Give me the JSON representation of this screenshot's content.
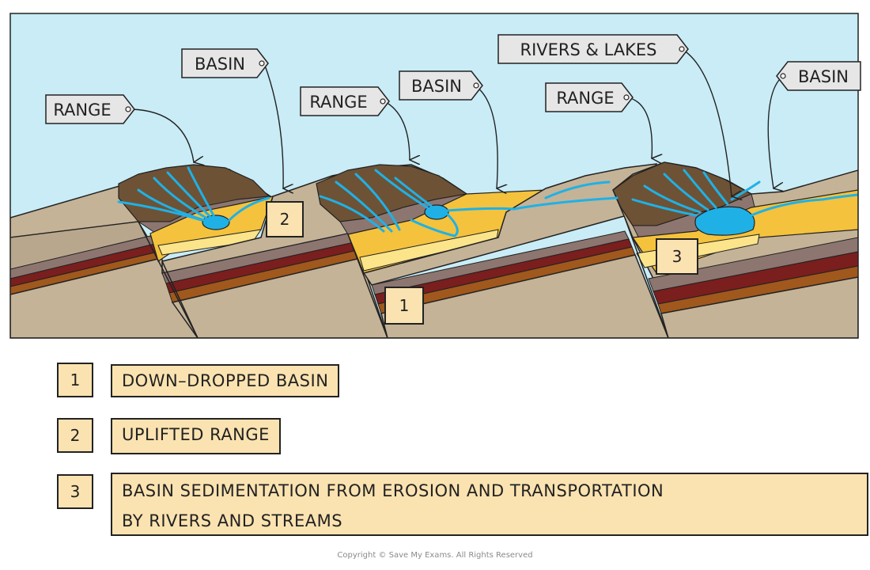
{
  "labels": {
    "range_1": "RANGE",
    "range_2": "RANGE",
    "range_3": "RANGE",
    "basin_1": "BASIN",
    "basin_2": "BASIN",
    "basin_3": "BASIN",
    "rivers_lakes": "RIVERS & LAKES"
  },
  "markers": {
    "m1": "1",
    "m2": "2",
    "m3": "3"
  },
  "legend": [
    {
      "number": "1",
      "text": "DOWN–DROPPED BASIN"
    },
    {
      "number": "2",
      "text": "UPLIFTED RANGE"
    },
    {
      "number": "3",
      "text_line1": "BASIN SEDIMENTATION FROM EROSION AND TRANSPORTATION",
      "text_line2": "BY RIVERS AND STREAMS"
    }
  ],
  "copyright": "Copyright © Save My Exams. All Rights Reserved",
  "colors": {
    "sky": "#c9ecf6",
    "rock": "#c4b397",
    "rock_dark": "#9c8b78",
    "topsoil": "#6e5235",
    "stratum_light": "#8d7670",
    "stratum_red": "#7a1e1e",
    "stratum_orange": "#a0581d",
    "sediment": "#f4c23c",
    "sediment_light": "#fbe48a",
    "water": "#1fb1e6",
    "tag_fill": "#e6e6e6",
    "box_fill": "#fbe3b1"
  }
}
